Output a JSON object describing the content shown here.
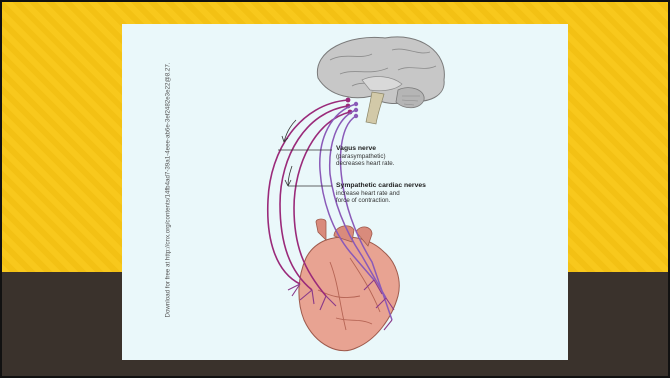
{
  "slide": {
    "side_caption": "Download for free at http://cnx.org/contents/14fb4ad7-39a1-4eee-ab6e-3ef2482e3e22@8.27."
  },
  "labels": {
    "vagus": {
      "title": "Vagus nerve",
      "line1": "(parasympathetic)",
      "line2": "decreases heart rate."
    },
    "sympathetic": {
      "title": "Sympathetic cardiac nerves",
      "line1": "increase heart rate and",
      "line2": "force of contraction."
    }
  },
  "colors": {
    "frame_yellow": "#f8c81c",
    "frame_dark": "#3a322c",
    "slide_bg": "#eaf8fa",
    "vagus_nerve": "#9a2a7a",
    "sympathetic_nerve": "#8a5ab8",
    "heart": "#e69a8c",
    "brain": "#bdbdbd"
  }
}
